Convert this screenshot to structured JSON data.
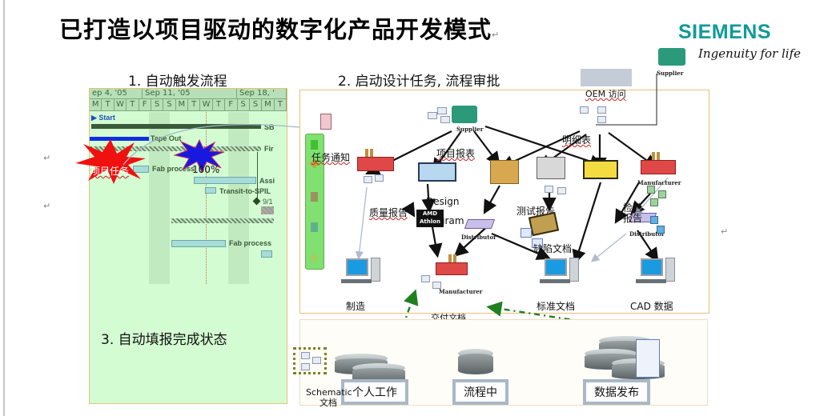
{
  "title": "已打造以项目驱动的数字化产品开发模式",
  "brand": {
    "name": "SIEMENS",
    "tagline": "Ingenuity for life",
    "color": "#119a9a"
  },
  "steps": {
    "step1": "1. 自动触发流程",
    "step2": "2. 启动设计任务, 流程审批",
    "step3": "3. 自动填报完成状态"
  },
  "gantt": {
    "months": [
      "ep 4, '05",
      "Sep 11, '05",
      "Sep 18, '"
    ],
    "days": [
      "M",
      "T",
      "W",
      "T",
      "F",
      "S",
      "S",
      "M",
      "T",
      "W",
      "T",
      "F",
      "S",
      "S",
      "M",
      "T"
    ],
    "start_label": "Start",
    "tasks": [
      "SB",
      "Tape Out",
      "Fir",
      "Fab process",
      "Assi",
      "Transit-to-SPIL",
      "9/1",
      "Fab process"
    ],
    "burst_red_label": "项目任务",
    "burst_blue_label": "100%"
  },
  "workflow": {
    "task_notice": "任务通知",
    "oem_access": "OEM 访问",
    "project_report": "项目报表",
    "bom": "明细表",
    "quality_report": "质量报告",
    "design_diagram_line1": "Design",
    "design_diagram_line2": "Diagram",
    "test_report": "测试报告",
    "inspection_report": "检验报告",
    "defect_docs": "缺陷文档",
    "manufacturing": "制造",
    "standard_docs": "标准文档",
    "cad_data": "CAD 数据",
    "delivery_docs": "交付文档"
  },
  "captions": {
    "supplier": "Supplier",
    "manufacturer": "Manufacturer",
    "distributor": "Distributor",
    "amd": "AMD",
    "athlon": "Athlon"
  },
  "storage": {
    "schematic_docs": "Schematic 文档",
    "personal_work": "个人工作",
    "in_process": "流程中",
    "data_release": "数据发布"
  },
  "return_mark": "↵"
}
